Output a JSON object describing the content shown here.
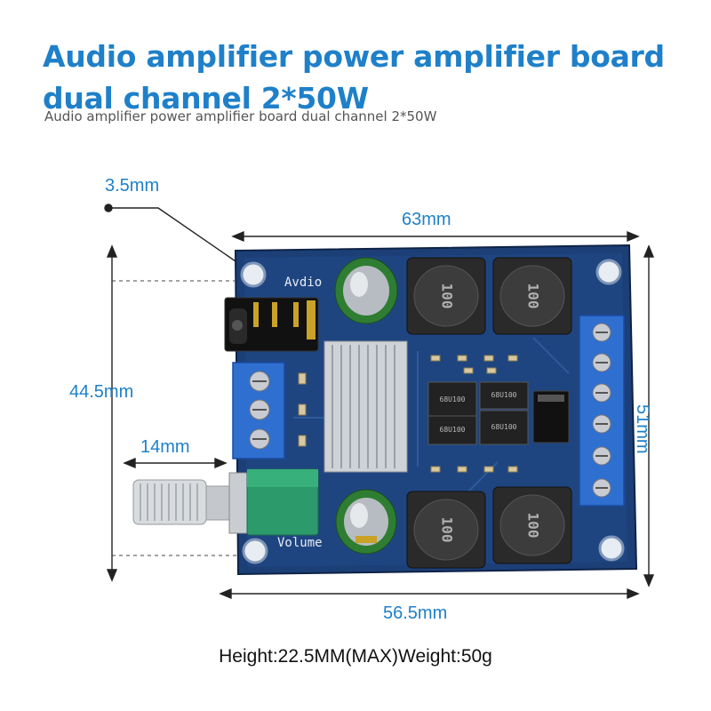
{
  "title": {
    "line1": "Audio amplifier power amplifier board",
    "line2": "dual channel 2*50W"
  },
  "subtitle": "Audio amplifier power amplifier board dual channel 2*50W",
  "dimensions": {
    "hole": "3.5mm",
    "top_width": "63mm",
    "left_height": "44.5mm",
    "right_height": "51mm",
    "shaft": "14mm",
    "bottom_width": "56.5mm"
  },
  "board_labels": {
    "audio": "Avdio",
    "volume": "Volume",
    "inductor": "100",
    "chip": "68U100"
  },
  "footer": "Height:22.5MM(MAX)Weight:50g",
  "colors": {
    "accent": "#1f80c9",
    "pcb": "#1c3f77",
    "terminal": "#2f6fd0",
    "heatsink": "#cfd3d8"
  }
}
